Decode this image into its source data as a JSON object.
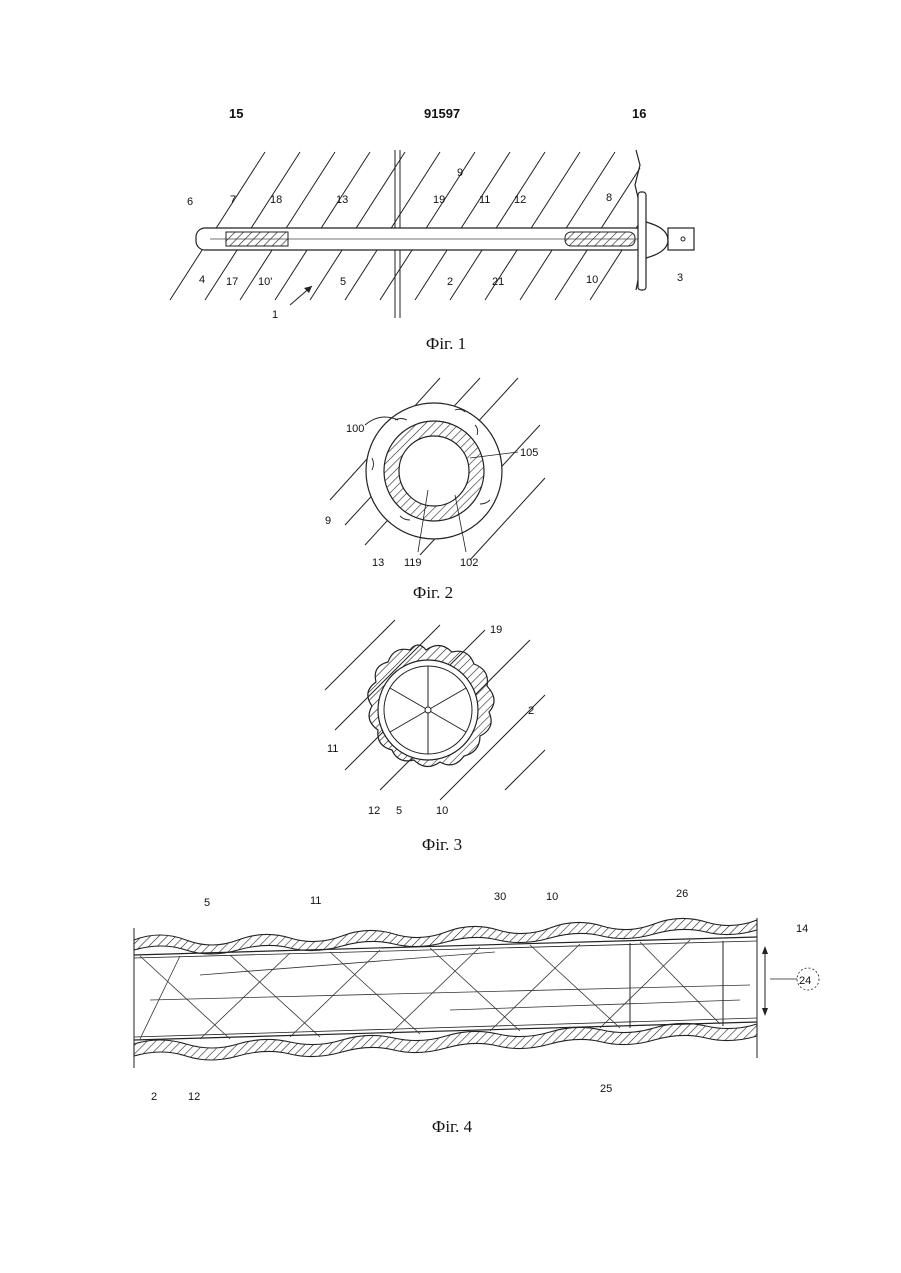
{
  "header": {
    "left_page": "15",
    "patent_number": "91597",
    "right_page": "16"
  },
  "fig1": {
    "caption": "Фіг. 1",
    "labels": [
      "6",
      "7",
      "18",
      "13",
      "9",
      "19",
      "11",
      "12",
      "8",
      "4",
      "17",
      "10'",
      "5",
      "2",
      "21",
      "10",
      "3",
      "1"
    ]
  },
  "fig2": {
    "caption": "Фіг. 2",
    "labels": [
      "100",
      "105",
      "9",
      "13",
      "119",
      "102"
    ]
  },
  "fig3": {
    "caption": "Фіг. 3",
    "labels": [
      "19",
      "2",
      "11",
      "12",
      "5",
      "10"
    ]
  },
  "fig4": {
    "caption": "Фіг. 4",
    "labels": [
      "5",
      "11",
      "30",
      "10",
      "26",
      "14",
      "24",
      "2",
      "12",
      "25"
    ]
  }
}
